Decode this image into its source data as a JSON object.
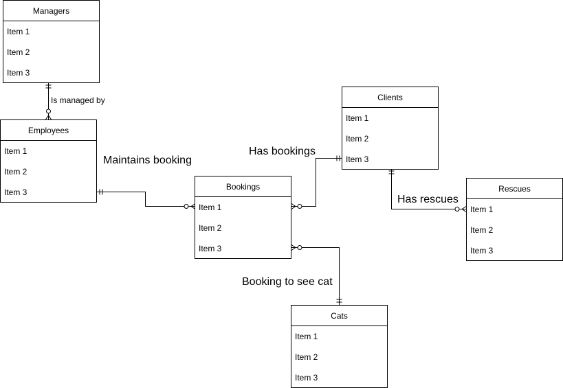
{
  "entities": {
    "managers": {
      "title": "Managers",
      "items": [
        "Item 1",
        "Item 2",
        "Item 3"
      ]
    },
    "employees": {
      "title": "Employees",
      "items": [
        "Item 1",
        "Item 2",
        "Item 3"
      ]
    },
    "bookings": {
      "title": "Bookings",
      "items": [
        "Item 1",
        "Item 2",
        "Item 3"
      ]
    },
    "clients": {
      "title": "Clients",
      "items": [
        "Item 1",
        "Item 2",
        "Item 3"
      ]
    },
    "rescues": {
      "title": "Rescues",
      "items": [
        "Item 1",
        "Item 2",
        "Item 3"
      ]
    },
    "cats": {
      "title": "Cats",
      "items": [
        "Item 1",
        "Item 2",
        "Item 3"
      ]
    }
  },
  "relationships": {
    "is_managed_by": {
      "label": "Is managed by",
      "from": "managers",
      "to": "employees",
      "from_cardinality": "one-and-only-one",
      "to_cardinality": "zero-or-many"
    },
    "maintains_booking": {
      "label": "Maintains booking",
      "from": "employees",
      "to": "bookings",
      "from_cardinality": "one-and-only-one",
      "to_cardinality": "zero-or-many"
    },
    "has_bookings": {
      "label": "Has bookings",
      "from": "clients",
      "to": "bookings",
      "from_cardinality": "one-and-only-one",
      "to_cardinality": "zero-or-many"
    },
    "has_rescues": {
      "label": "Has rescues",
      "from": "clients",
      "to": "rescues",
      "from_cardinality": "one-and-only-one",
      "to_cardinality": "zero-or-many"
    },
    "booking_to_see_cat": {
      "label": "Booking to see cat",
      "from": "cats",
      "to": "bookings",
      "from_cardinality": "one-and-only-one",
      "to_cardinality": "zero-or-many"
    }
  }
}
